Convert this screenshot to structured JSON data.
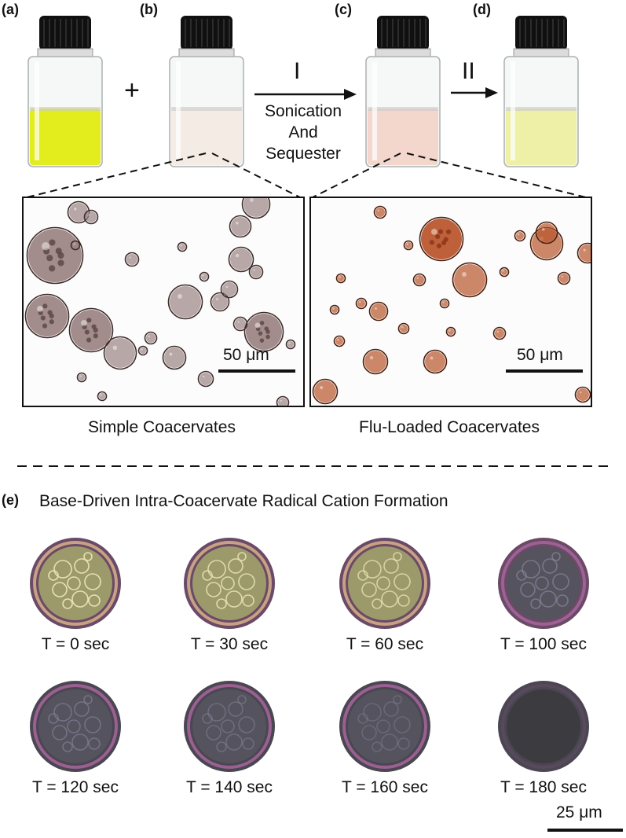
{
  "panel_labels": {
    "a": "(a)",
    "b": "(b)",
    "c": "(c)",
    "d": "(d)",
    "e": "(e)"
  },
  "vials": [
    {
      "id": "a",
      "liquid_color": "#e3ec1c"
    },
    {
      "id": "b",
      "liquid_color": "#f4ece4"
    },
    {
      "id": "c",
      "liquid_color": "#f3d6cc"
    },
    {
      "id": "d",
      "liquid_color": "#eef0a8"
    }
  ],
  "plus": "+",
  "step1": {
    "roman": "I",
    "lines": [
      "Sonication",
      "And",
      "Sequester"
    ]
  },
  "step2": {
    "roman": "II"
  },
  "micrographs": [
    {
      "caption": "Simple Coacervates",
      "scale_bar": "50 μm",
      "droplet_color": "#9a8382"
    },
    {
      "caption": "Flu-Loaded Coacervates",
      "scale_bar": "50 μm",
      "droplet_color": "#b8542a"
    }
  ],
  "section_e": {
    "title": "Base-Driven Intra-Coacervate Radical Cation Formation",
    "frames": [
      {
        "label": "T = 0 sec"
      },
      {
        "label": "T = 30 sec"
      },
      {
        "label": "T = 60 sec"
      },
      {
        "label": "T = 100 sec"
      },
      {
        "label": "T = 120 sec"
      },
      {
        "label": "T = 140 sec"
      },
      {
        "label": "T = 160 sec"
      },
      {
        "label": "T = 180 sec"
      }
    ],
    "scale_bar": "25 μm"
  }
}
